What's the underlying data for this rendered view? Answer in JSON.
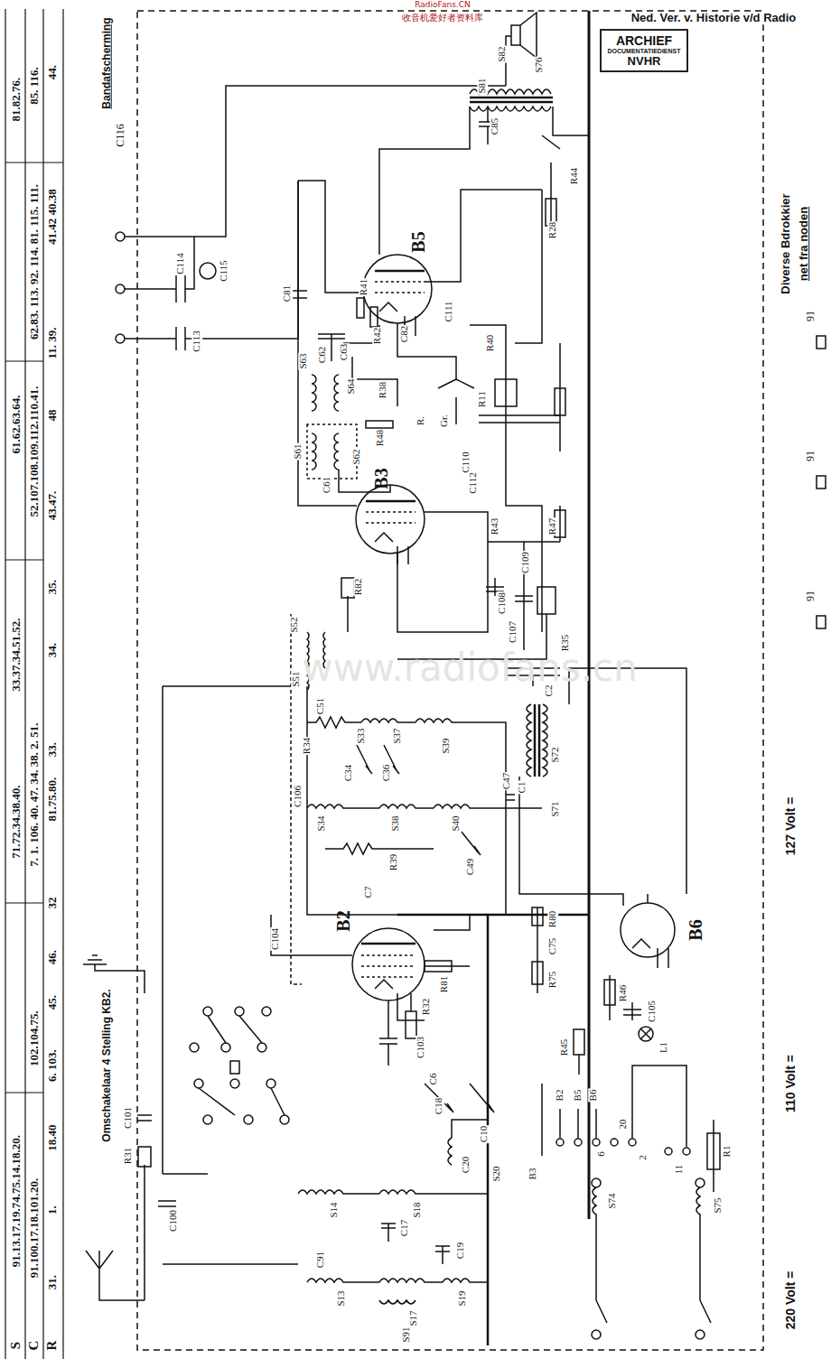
{
  "diagram": {
    "nodes": [
      {
        "text": [
          "ARCHIEF",
          "DOCUMENTATIEDIENST",
          "NVHR"
        ]
      }
    ],
    "labels": [
      "RadioFans.CN",
      "收音机爱好者资料库",
      "Ned. Ver. v. Historie v/d Radio",
      "www.radiofans.cn",
      "S",
      "91.13.17.19.74.75.14.18.20.",
      "71.72.34.38.40.",
      "33.37.34.51.52.",
      "61.62.63.64.",
      "81.82.76.",
      "C",
      "91.100.17.18.101.20.",
      "102.104.75.",
      "7. 1. 106. 40. 47. 34. 38. 2. 51.",
      "52.107.108.109.112.110.41.",
      "62.83. 113. 92. 114. 81. 115. 111.",
      "85. 116.",
      "R",
      "31.",
      "1.",
      "18.40",
      "6. 103.",
      "45.",
      "46.",
      "32",
      "81.75.80.",
      "33.",
      "34.",
      "35.",
      "43.47.",
      "48",
      "11. 39.",
      "41.42 40.38",
      "44.",
      "Bandafscherming",
      "C116",
      "Omschakelaar 4 Stelling KB2.",
      "220 Volt =",
      "110 Volt =",
      "127 Volt =",
      "Diverse Bdrokkier",
      "net fra noden",
      "91",
      "91",
      "91",
      "S76",
      "S82",
      "S81",
      "C85",
      "B5",
      "C111",
      "R44",
      "R28",
      "C81",
      "R40",
      "R41",
      "R42",
      "C82",
      "C62",
      "C63",
      "R38",
      "R48",
      "R.",
      "Gr.",
      "R11",
      "S63",
      "S64",
      "S61",
      "S62",
      "C61",
      "C110",
      "C112",
      "R43",
      "C109",
      "R47",
      "B3",
      "C108",
      "C107",
      "R35",
      "R82",
      "S52",
      "S51",
      "C51",
      "S33",
      "S37",
      "S39",
      "R34",
      "C34",
      "C36",
      "C106",
      "S34",
      "S38",
      "S40",
      "R39",
      "C47",
      "C49",
      "C2",
      "S72",
      "S71",
      "C1",
      "C7",
      "C104",
      "R81",
      "C75",
      "R80",
      "R75",
      "B2",
      "B6",
      "C105",
      "R46",
      "L1",
      "R45",
      "B6",
      "B5",
      "B2",
      "B3",
      "6",
      "20",
      "2",
      "11",
      "R1",
      "C103",
      "C6",
      "R32",
      "C18",
      "C10",
      "C20",
      "S20",
      "S14",
      "S18",
      "C17",
      "C19",
      "S13",
      "S17",
      "S19",
      "S91",
      "C91",
      "R31",
      "C100",
      "C101",
      "S74",
      "S75",
      "C113",
      "C114",
      "C115"
    ]
  }
}
